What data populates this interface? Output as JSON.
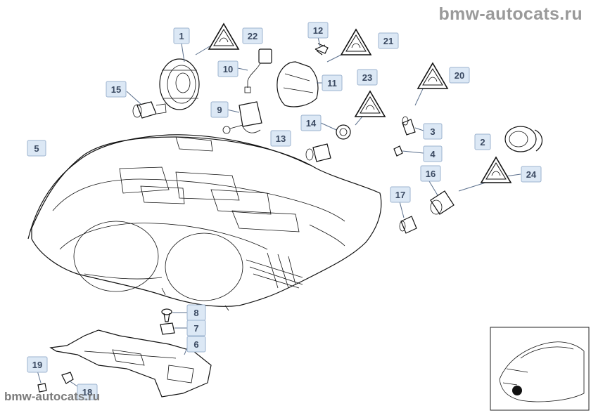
{
  "watermark_top": "bmw-autocats.ru",
  "watermark_bottom": "bmw-autocats.ru",
  "callouts": [
    {
      "id": "c1",
      "label": "1"
    },
    {
      "id": "c2",
      "label": "2"
    },
    {
      "id": "c3",
      "label": "3"
    },
    {
      "id": "c4",
      "label": "4"
    },
    {
      "id": "c5",
      "label": "5"
    },
    {
      "id": "c6",
      "label": "6"
    },
    {
      "id": "c7",
      "label": "7"
    },
    {
      "id": "c8",
      "label": "8"
    },
    {
      "id": "c9",
      "label": "9"
    },
    {
      "id": "c10",
      "label": "10"
    },
    {
      "id": "c11",
      "label": "11"
    },
    {
      "id": "c12",
      "label": "12"
    },
    {
      "id": "c13",
      "label": "13"
    },
    {
      "id": "c14",
      "label": "14"
    },
    {
      "id": "c15",
      "label": "15"
    },
    {
      "id": "c16",
      "label": "16"
    },
    {
      "id": "c17",
      "label": "17"
    },
    {
      "id": "c18",
      "label": "18"
    },
    {
      "id": "c19",
      "label": "19"
    },
    {
      "id": "c20",
      "label": "20"
    },
    {
      "id": "c21",
      "label": "21"
    },
    {
      "id": "c22",
      "label": "22"
    },
    {
      "id": "c23",
      "label": "23"
    },
    {
      "id": "c24",
      "label": "24"
    }
  ],
  "icons": {
    "warning_triangle": "warning-triangle-icon"
  }
}
